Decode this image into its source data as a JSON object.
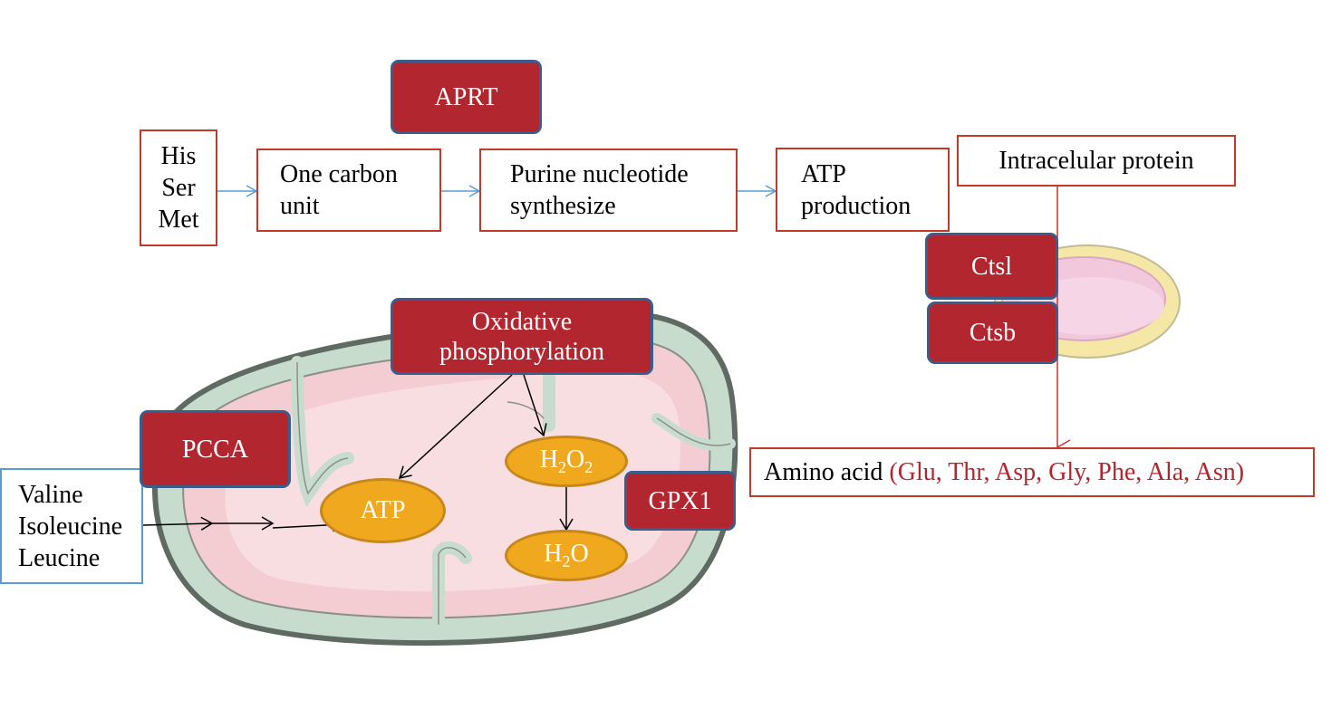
{
  "colors": {
    "enzyme_fill": "#b22630",
    "enzyme_border": "#3a5e8c",
    "box_border_red": "#c0392b",
    "box_border_blue": "#5b9bd5",
    "metabolite_fill": "#f0a81e",
    "mito_membrane": "#c8dccd",
    "mito_matrix": "#f4cdd3",
    "amino_list": "#b22630"
  },
  "pathway": {
    "precursors": [
      "His",
      "Ser",
      "Met"
    ],
    "one_carbon": [
      "One carbon",
      "unit"
    ],
    "purine": [
      "Purine nucleotide",
      "synthesize"
    ],
    "atp_prod": [
      "ATP",
      "production"
    ]
  },
  "enzymes": {
    "aprt": "APRT",
    "ctsl": "Ctsl",
    "ctsb": "Ctsb",
    "oxphos": [
      "Oxidative",
      "phosphorylation"
    ],
    "pcca": "PCCA",
    "gpx1": "GPX1"
  },
  "protein": {
    "source": "Intracelular protein",
    "amino_acid": "Amino acid ",
    "amino_list": "(Glu, Thr, Asp, Gly, Phe, Ala, Asn)"
  },
  "mito": {
    "bcaa": [
      "Valine",
      "Isoleucine",
      "Leucine"
    ],
    "atp": "ATP",
    "h2o2": {
      "base1": "H",
      "sub1": "2",
      "base2": "O",
      "sub2": "2"
    },
    "h2o": {
      "base1": "H",
      "sub1": "2",
      "base2": "O"
    }
  }
}
